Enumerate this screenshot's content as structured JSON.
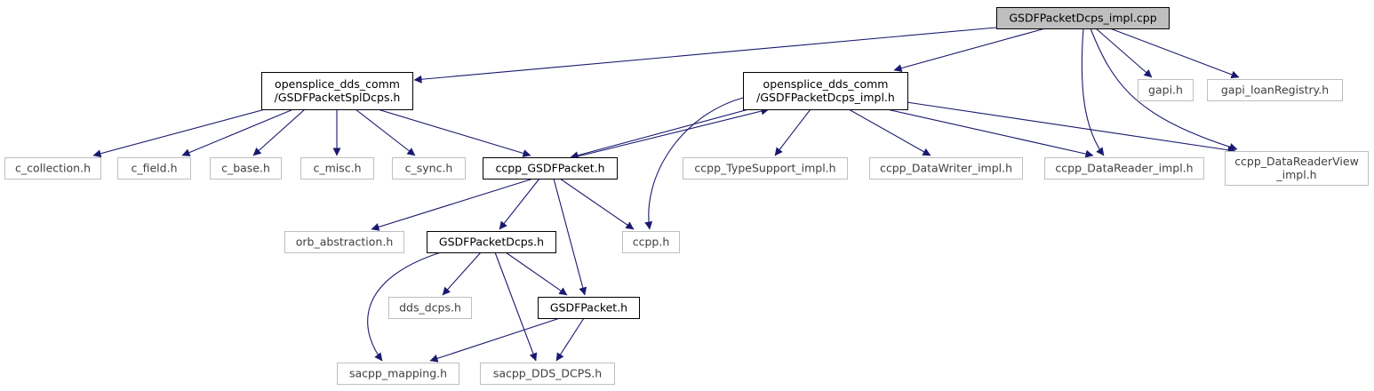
{
  "diagram": {
    "colors": {
      "edge": "#191970",
      "root_fill": "#bfbfbf",
      "local_border": "#000000",
      "external_border": "#bfbfbf",
      "external_text": "#3f3f3f",
      "text": "#000000"
    },
    "nodes": {
      "root": {
        "lines": [
          "GSDFPacketDcps_impl.cpp"
        ],
        "kind": "root"
      },
      "splDcps": {
        "lines": [
          "opensplice_dds_comm",
          "/GSDFPacketSplDcps.h"
        ],
        "kind": "local"
      },
      "dcpsImplH": {
        "lines": [
          "opensplice_dds_comm",
          "/GSDFPacketDcps_impl.h"
        ],
        "kind": "local"
      },
      "gapi": {
        "lines": [
          "gapi.h"
        ],
        "kind": "external"
      },
      "gapiLoan": {
        "lines": [
          "gapi_loanRegistry.h"
        ],
        "kind": "external"
      },
      "cCollection": {
        "lines": [
          "c_collection.h"
        ],
        "kind": "external"
      },
      "cField": {
        "lines": [
          "c_field.h"
        ],
        "kind": "external"
      },
      "cBase": {
        "lines": [
          "c_base.h"
        ],
        "kind": "external"
      },
      "cMisc": {
        "lines": [
          "c_misc.h"
        ],
        "kind": "external"
      },
      "cSync": {
        "lines": [
          "c_sync.h"
        ],
        "kind": "external"
      },
      "ccppGSDF": {
        "lines": [
          "ccpp_GSDFPacket.h"
        ],
        "kind": "local"
      },
      "typeSupport": {
        "lines": [
          "ccpp_TypeSupport_impl.h"
        ],
        "kind": "external"
      },
      "dataWriter": {
        "lines": [
          "ccpp_DataWriter_impl.h"
        ],
        "kind": "external"
      },
      "dataReader": {
        "lines": [
          "ccpp_DataReader_impl.h"
        ],
        "kind": "external"
      },
      "readerView": {
        "lines": [
          "ccpp_DataReaderView",
          "_impl.h"
        ],
        "kind": "external"
      },
      "orb": {
        "lines": [
          "orb_abstraction.h"
        ],
        "kind": "external"
      },
      "gsdfDcps": {
        "lines": [
          "GSDFPacketDcps.h"
        ],
        "kind": "local"
      },
      "ccpp": {
        "lines": [
          "ccpp.h"
        ],
        "kind": "external"
      },
      "ddsDcps": {
        "lines": [
          "dds_dcps.h"
        ],
        "kind": "external"
      },
      "gsdfPacket": {
        "lines": [
          "GSDFPacket.h"
        ],
        "kind": "local"
      },
      "sacppMapping": {
        "lines": [
          "sacpp_mapping.h"
        ],
        "kind": "external"
      },
      "sacppDDS": {
        "lines": [
          "sacpp_DDS_DCPS.h"
        ],
        "kind": "external"
      }
    },
    "edges": [
      [
        "root",
        "splDcps"
      ],
      [
        "root",
        "dcpsImplH"
      ],
      [
        "root",
        "gapi"
      ],
      [
        "root",
        "gapiLoan"
      ],
      [
        "root",
        "dataReader"
      ],
      [
        "root",
        "readerView"
      ],
      [
        "splDcps",
        "cCollection"
      ],
      [
        "splDcps",
        "cField"
      ],
      [
        "splDcps",
        "cBase"
      ],
      [
        "splDcps",
        "cMisc"
      ],
      [
        "splDcps",
        "cSync"
      ],
      [
        "splDcps",
        "ccppGSDF"
      ],
      [
        "dcpsImplH",
        "ccppGSDF"
      ],
      [
        "ccppGSDF",
        "dcpsImplH"
      ],
      [
        "dcpsImplH",
        "ccpp"
      ],
      [
        "dcpsImplH",
        "typeSupport"
      ],
      [
        "dcpsImplH",
        "dataWriter"
      ],
      [
        "dcpsImplH",
        "dataReader"
      ],
      [
        "dcpsImplH",
        "readerView"
      ],
      [
        "ccppGSDF",
        "orb"
      ],
      [
        "ccppGSDF",
        "gsdfDcps"
      ],
      [
        "ccppGSDF",
        "ccpp"
      ],
      [
        "ccppGSDF",
        "gsdfPacket"
      ],
      [
        "gsdfDcps",
        "ddsDcps"
      ],
      [
        "gsdfDcps",
        "gsdfPacket"
      ],
      [
        "gsdfDcps",
        "sacppMapping"
      ],
      [
        "gsdfDcps",
        "sacppDDS"
      ],
      [
        "gsdfPacket",
        "sacppMapping"
      ],
      [
        "gsdfPacket",
        "sacppDDS"
      ]
    ]
  }
}
